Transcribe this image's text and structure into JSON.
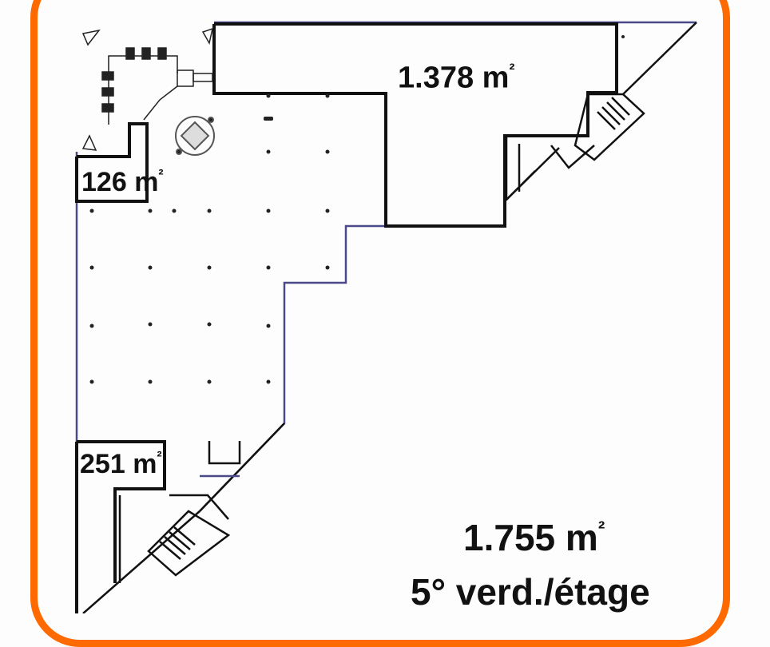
{
  "diagram": {
    "type": "floor-plan",
    "frame_color": "#ff6a00",
    "wall_color": "#111111",
    "outline_color": "#4a4a8a",
    "areas": [
      {
        "id": "zone-top",
        "value": "1.378",
        "unit": "m",
        "sup": "²"
      },
      {
        "id": "zone-small",
        "value": "126",
        "unit": "m",
        "sup": "²"
      },
      {
        "id": "zone-bottom",
        "value": "251",
        "unit": "m",
        "sup": "²"
      }
    ],
    "total": {
      "value": "1.755",
      "unit": "m",
      "sup": "²"
    },
    "floor_label": "5° verd./étage"
  }
}
